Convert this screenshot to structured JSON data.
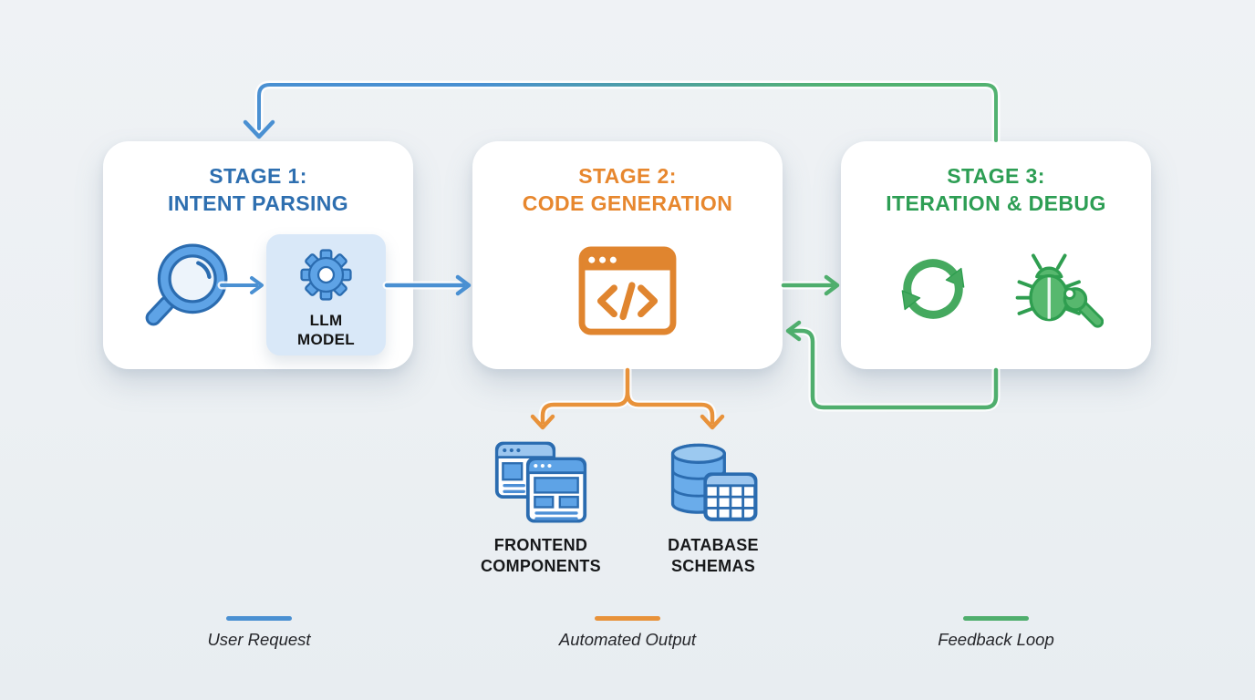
{
  "diagram_title": "",
  "stages": [
    {
      "title_line1": "STAGE 1:",
      "title_line2": "INTENT PARSING",
      "accent": "#2e6fb0",
      "chip": {
        "line1": "LLM",
        "line2": "MODEL"
      }
    },
    {
      "title_line1": "STAGE 2:",
      "title_line2": "CODE GENERATION",
      "accent": "#e7872e"
    },
    {
      "title_line1": "STAGE 3:",
      "title_line2": "ITERATION & DEBUG",
      "accent": "#2d9e54"
    }
  ],
  "outputs": [
    {
      "line1": "FRONTEND",
      "line2": "COMPONENTS"
    },
    {
      "line1": "DATABASE",
      "line2": "SCHEMAS"
    }
  ],
  "legend": [
    {
      "label": "User Request",
      "color": "#4a90d2"
    },
    {
      "label": "Automated Output",
      "color": "#e8923a"
    },
    {
      "label": "Feedback Loop",
      "color": "#4fae6d"
    }
  ],
  "icons": [
    "magnifier-icon",
    "gear-icon",
    "code-window-icon",
    "refresh-cycle-icon",
    "bug-icon",
    "wrench-icon",
    "frontend-windows-icon",
    "database-cylinder-icon",
    "table-grid-icon"
  ],
  "colors": {
    "background": "#edf1f4",
    "card": "#ffffff",
    "blue_line": "#4a90d2",
    "orange_line": "#e8923a",
    "green_line": "#4fae6d",
    "icon_blue": "#5ea3e6",
    "icon_blue_dark": "#2b6cb0",
    "icon_green": "#57b86e",
    "icon_green_dark": "#2f9e50",
    "icon_orange": "#e0852f",
    "chip_background": "#d9e8f8"
  }
}
